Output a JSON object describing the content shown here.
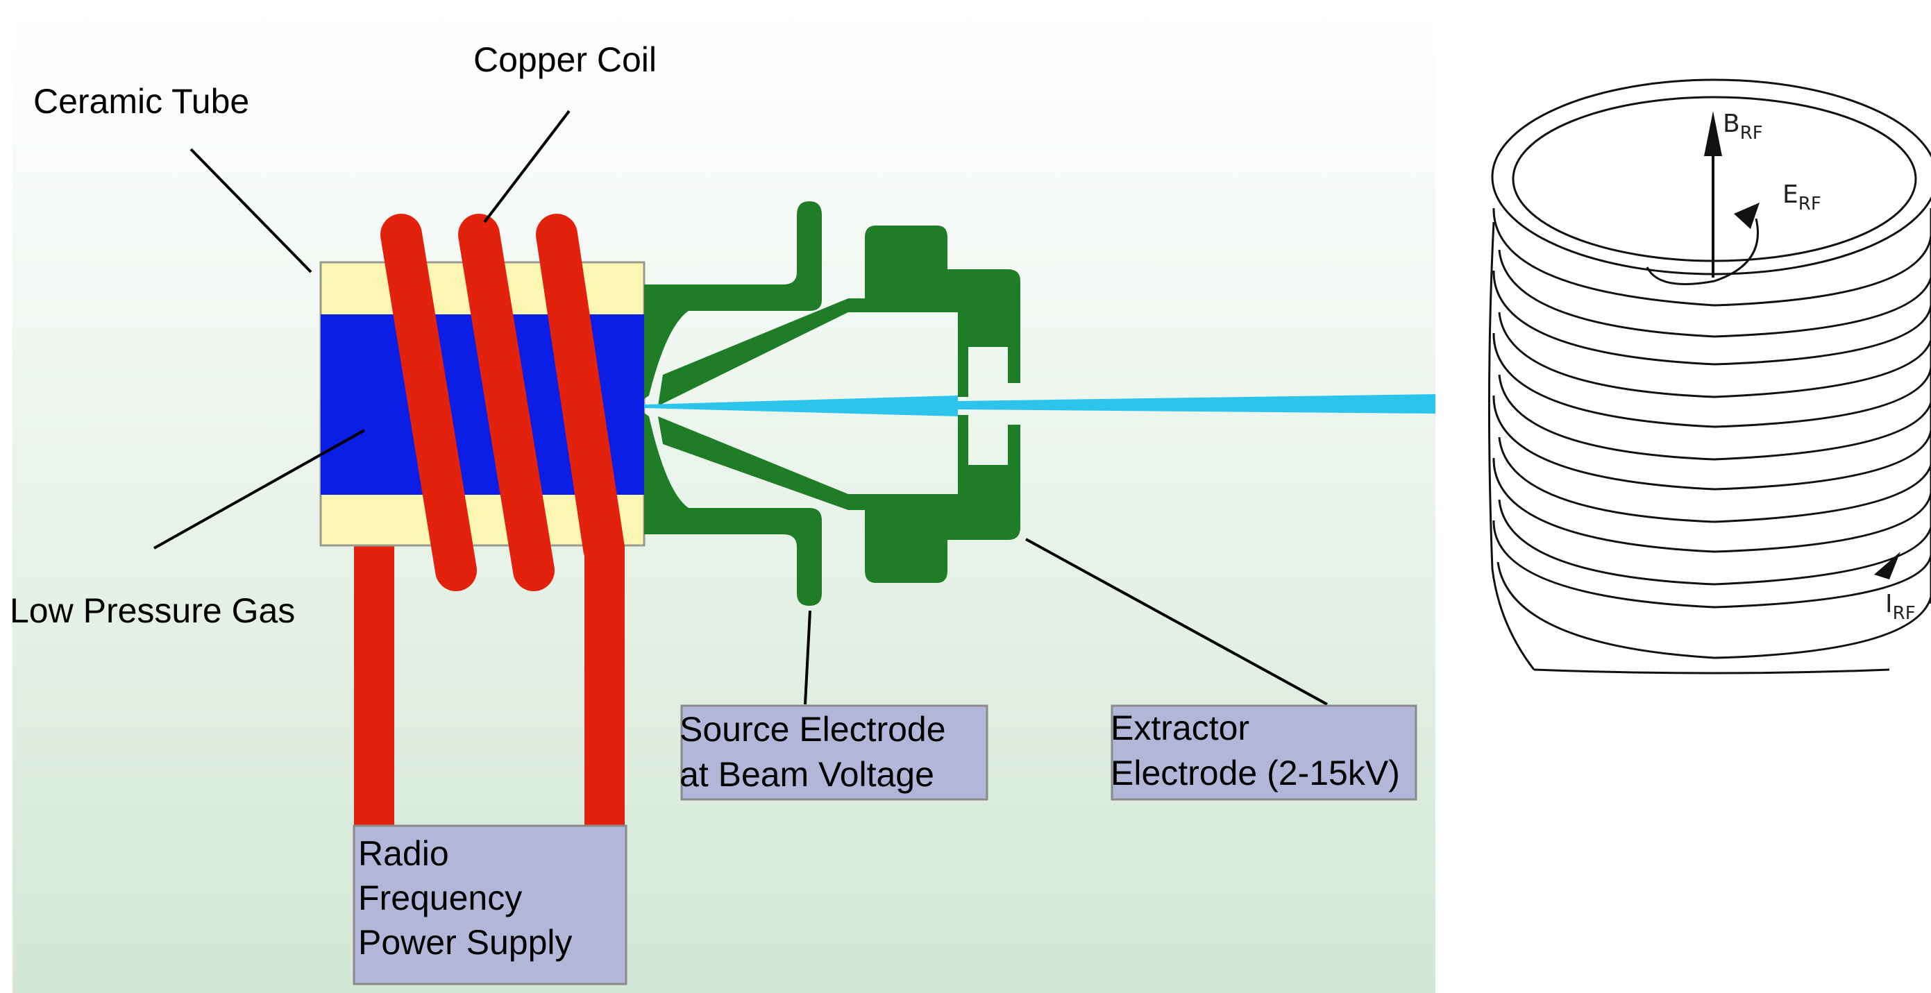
{
  "labels": {
    "ceramic_tube": "Ceramic Tube",
    "copper_coil": "Copper Coil",
    "low_pressure_gas": "Low Pressure Gas",
    "source_electrode_line1": "Source Electrode",
    "source_electrode_line2": "at Beam Voltage",
    "extractor_electrode_line1": "Extractor",
    "extractor_electrode_line2": "Electrode (2-15kV)",
    "rf_supply_line1": "Radio",
    "rf_supply_line2": "Frequency",
    "rf_supply_line3": "Power Supply"
  },
  "coil_symbols": {
    "b_main": "B",
    "b_sub": "RF",
    "e_main": "E",
    "e_sub": "RF",
    "i_main": "I",
    "i_sub": "RF"
  },
  "colors": {
    "coil_red": "#e3220e",
    "gas_blue": "#0a1ee6",
    "ceramic_yellow": "#fbf7b3",
    "electrode_green": "#1f7d27",
    "beam_cyan": "#2cc4ea",
    "label_box": "#b2b7d9",
    "background_top": "#ffffff",
    "background_bottom": "#d3e7d6"
  }
}
